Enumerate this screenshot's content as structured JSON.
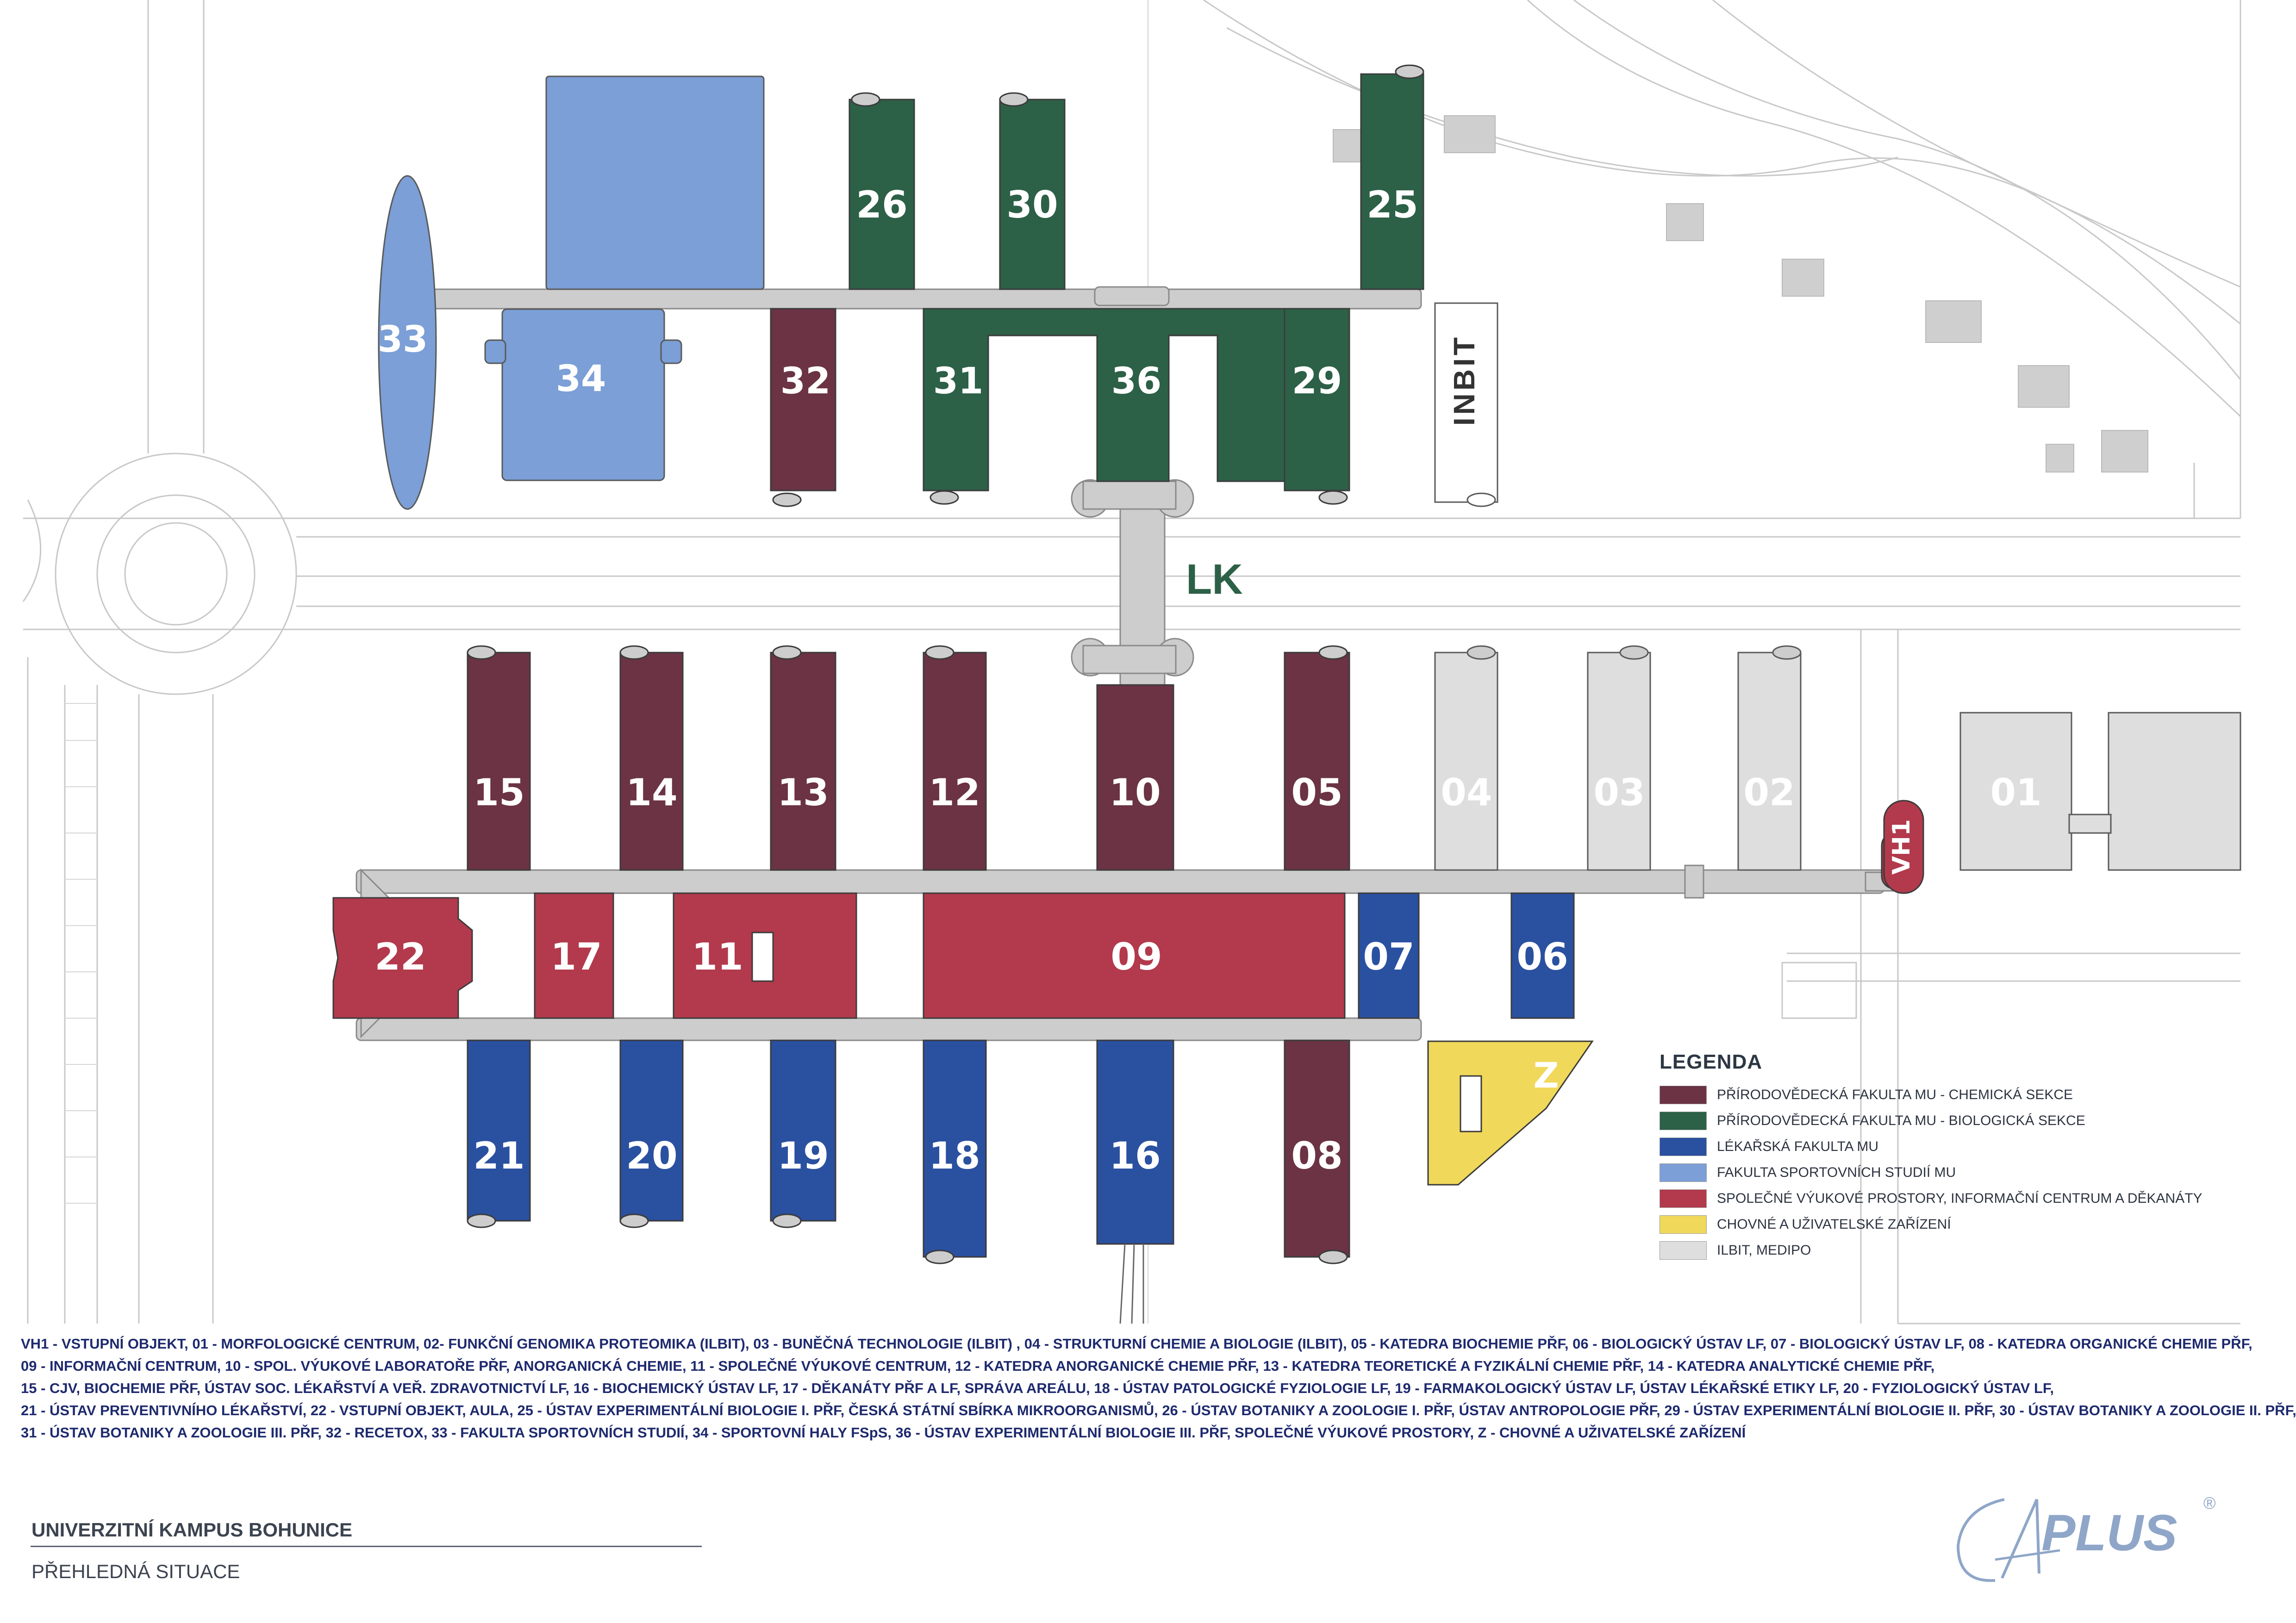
{
  "buildings": {
    "b26": "26",
    "b30": "30",
    "b25": "25",
    "b33": "33",
    "b34": "34",
    "b32": "32",
    "b31": "31",
    "b36": "36",
    "b29": "29",
    "inbit": "INBIT",
    "lk": "LK",
    "b15": "15",
    "b14": "14",
    "b13": "13",
    "b12": "12",
    "b10": "10",
    "b05": "05",
    "b04": "04",
    "b03": "03",
    "b02": "02",
    "b01": "01",
    "vh1": "VH1",
    "b22": "22",
    "b17": "17",
    "b11": "11",
    "b09": "09",
    "b07": "07",
    "b06": "06",
    "z": "Z",
    "b21": "21",
    "b20": "20",
    "b19": "19",
    "b18": "18",
    "b16": "16",
    "b08": "08"
  },
  "legend": {
    "title": "LEGENDA",
    "items": [
      {
        "color": "#6b3344",
        "label": "PŘÍRODOVĚDECKÁ FAKULTA MU - CHEMICKÁ SEKCE"
      },
      {
        "color": "#2c6047",
        "label": "PŘÍRODOVĚDECKÁ FAKULTA MU - BIOLOGICKÁ SEKCE"
      },
      {
        "color": "#2a50a0",
        "label": "LÉKAŘSKÁ FAKULTA MU"
      },
      {
        "color": "#7b9fd6",
        "label": "FAKULTA SPORTOVNÍCH STUDIÍ MU"
      },
      {
        "color": "#b23a4c",
        "label": "SPOLEČNÉ VÝUKOVÉ PROSTORY, INFORMAČNÍ CENTRUM A DĚKANÁTY"
      },
      {
        "color": "#f0d85a",
        "label": "CHOVNÉ A UŽIVATELSKÉ ZAŘÍZENÍ"
      },
      {
        "color": "#dedede",
        "label": "ILBIT, MEDIPO"
      }
    ]
  },
  "description": [
    "VH1 - VSTUPNÍ OBJEKT, 01 - MORFOLOGICKÉ CENTRUM, 02- FUNKČNÍ GENOMIKA PROTEOMIKA (ILBIT), 03 - BUNĚČNÁ TECHNOLOGIE (ILBIT) , 04 - STRUKTURNÍ CHEMIE A BIOLOGIE (ILBIT), 05 - KATEDRA BIOCHEMIE PŘF, 06 - BIOLOGICKÝ ÚSTAV LF, 07 - BIOLOGICKÝ ÚSTAV LF, 08 - KATEDRA ORGANICKÉ CHEMIE PŘF,",
    "09 - INFORMAČNÍ CENTRUM, 10 - SPOL. VÝUKOVÉ LABORATOŘE PŘF, ANORGANICKÁ CHEMIE, 11 - SPOLEČNÉ VÝUKOVÉ CENTRUM, 12 - KATEDRA ANORGANICKÉ CHEMIE PŘF, 13 - KATEDRA TEORETICKÉ A FYZIKÁLNÍ CHEMIE PŘF, 14 - KATEDRA ANALYTICKÉ CHEMIE PŘF,",
    "15 - CJV, BIOCHEMIE PŘF, ÚSTAV SOC. LÉKAŘSTVÍ A VEŘ. ZDRAVOTNICTVÍ LF, 16 - BIOCHEMICKÝ ÚSTAV LF, 17 - DĚKANÁTY PŘF A LF, SPRÁVA AREÁLU, 18 - ÚSTAV PATOLOGICKÉ FYZIOLOGIE LF, 19 - FARMAKOLOGICKÝ ÚSTAV LF, ÚSTAV LÉKAŘSKÉ ETIKY LF, 20 - FYZIOLOGICKÝ ÚSTAV LF,",
    "21 - ÚSTAV PREVENTIVNÍHO LÉKAŘSTVÍ, 22 - VSTUPNÍ OBJEKT, AULA, 25 - ÚSTAV EXPERIMENTÁLNÍ BIOLOGIE I. PŘF, ČESKÁ STÁTNÍ SBÍRKA MIKROORGANISMŮ, 26 - ÚSTAV BOTANIKY A ZOOLOGIE I. PŘF, ÚSTAV ANTROPOLOGIE PŘF, 29 - ÚSTAV EXPERIMENTÁLNÍ BIOLOGIE II. PŘF, 30 - ÚSTAV BOTANIKY A ZOOLOGIE II. PŘF,",
    "31 - ÚSTAV BOTANIKY A ZOOLOGIE III. PŘF, 32 - RECETOX, 33 - FAKULTA SPORTOVNÍCH STUDIÍ, 34 - SPORTOVNÍ HALY FSpS, 36 - ÚSTAV EXPERIMENTÁLNÍ BIOLOGIE III. PŘF, SPOLEČNÉ VÝUKOVÉ PROSTORY, Z - CHOVNÉ A UŽIVATELSKÉ ZAŘÍZENÍ"
  ],
  "footer": {
    "title": "UNIVERZITNÍ KAMPUS BOHUNICE",
    "subtitle": "PŘEHLEDNÁ SITUACE"
  },
  "logo": {
    "text": "PLUS",
    "mark": "®"
  }
}
